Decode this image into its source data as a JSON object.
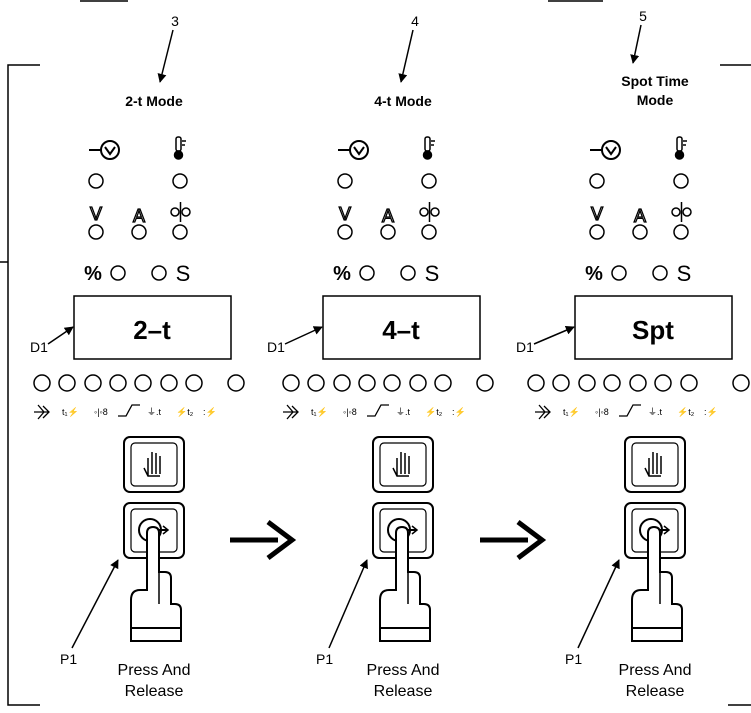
{
  "panels": [
    {
      "callout": "3",
      "mode_title": [
        "2-t Mode"
      ],
      "display_value": "2–t",
      "display_label": "D1",
      "button_label": "P1",
      "caption": [
        "Press And",
        "Release"
      ]
    },
    {
      "callout": "4",
      "mode_title": [
        "4-t Mode"
      ],
      "display_value": "4–t",
      "display_label": "D1",
      "button_label": "P1",
      "caption": [
        "Press And",
        "Release"
      ]
    },
    {
      "callout": "5",
      "mode_title": [
        "Spot Time",
        "Mode"
      ],
      "display_value": "Spt",
      "display_label": "D1",
      "button_label": "P1",
      "caption": [
        "Press And",
        "Release"
      ]
    }
  ],
  "indicator_labels": {
    "volts": "V",
    "amps": "A",
    "percent": "%",
    "seconds": "S"
  }
}
